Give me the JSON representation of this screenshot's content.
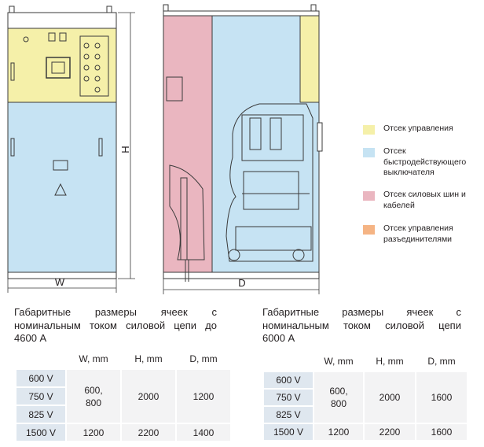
{
  "colors": {
    "control": "#f5f0a9",
    "breaker": "#c6e3f3",
    "busbar": "#eab6c0",
    "disconnector": "#f5b484",
    "outline": "#3a3a3a"
  },
  "drawing": {
    "dim_w": "W",
    "dim_h": "H",
    "dim_d": "D"
  },
  "legend": [
    {
      "color": "#f5f0a9",
      "label": "Отсек управления"
    },
    {
      "color": "#c6e3f3",
      "label": "Отсек быстродействующего выключателя"
    },
    {
      "color": "#eab6c0",
      "label": "Отсек силовых шин и кабелей"
    },
    {
      "color": "#f5b484",
      "label": "Отсек управления разъединителями"
    }
  ],
  "left_table": {
    "caption_line1": "Габаритные размеры ячеек с",
    "caption_line2": "номинальным током силовой цепи до",
    "caption_line3": "4600 А",
    "headers": [
      "W, mm",
      "H, mm",
      "D, mm"
    ],
    "voltages": [
      "600 V",
      "750 V",
      "825 V"
    ],
    "group_values": {
      "w": "600,\n800",
      "h": "2000",
      "d": "1200"
    },
    "last_row": {
      "voltage": "1500 V",
      "w": "1200",
      "h": "2200",
      "d": "1400"
    }
  },
  "right_table": {
    "caption_line1": "Габаритные размеры ячеек с",
    "caption_line2": "номинальным током силовой цепи",
    "caption_line3": "6000 А",
    "headers": [
      "W, mm",
      "H, mm",
      "D, mm"
    ],
    "voltages": [
      "600 V",
      "750 V",
      "825 V"
    ],
    "group_values": {
      "w": "600,\n800",
      "h": "2000",
      "d": "1600"
    },
    "last_row": {
      "voltage": "1500 V",
      "w": "1200",
      "h": "2200",
      "d": "1600"
    }
  }
}
